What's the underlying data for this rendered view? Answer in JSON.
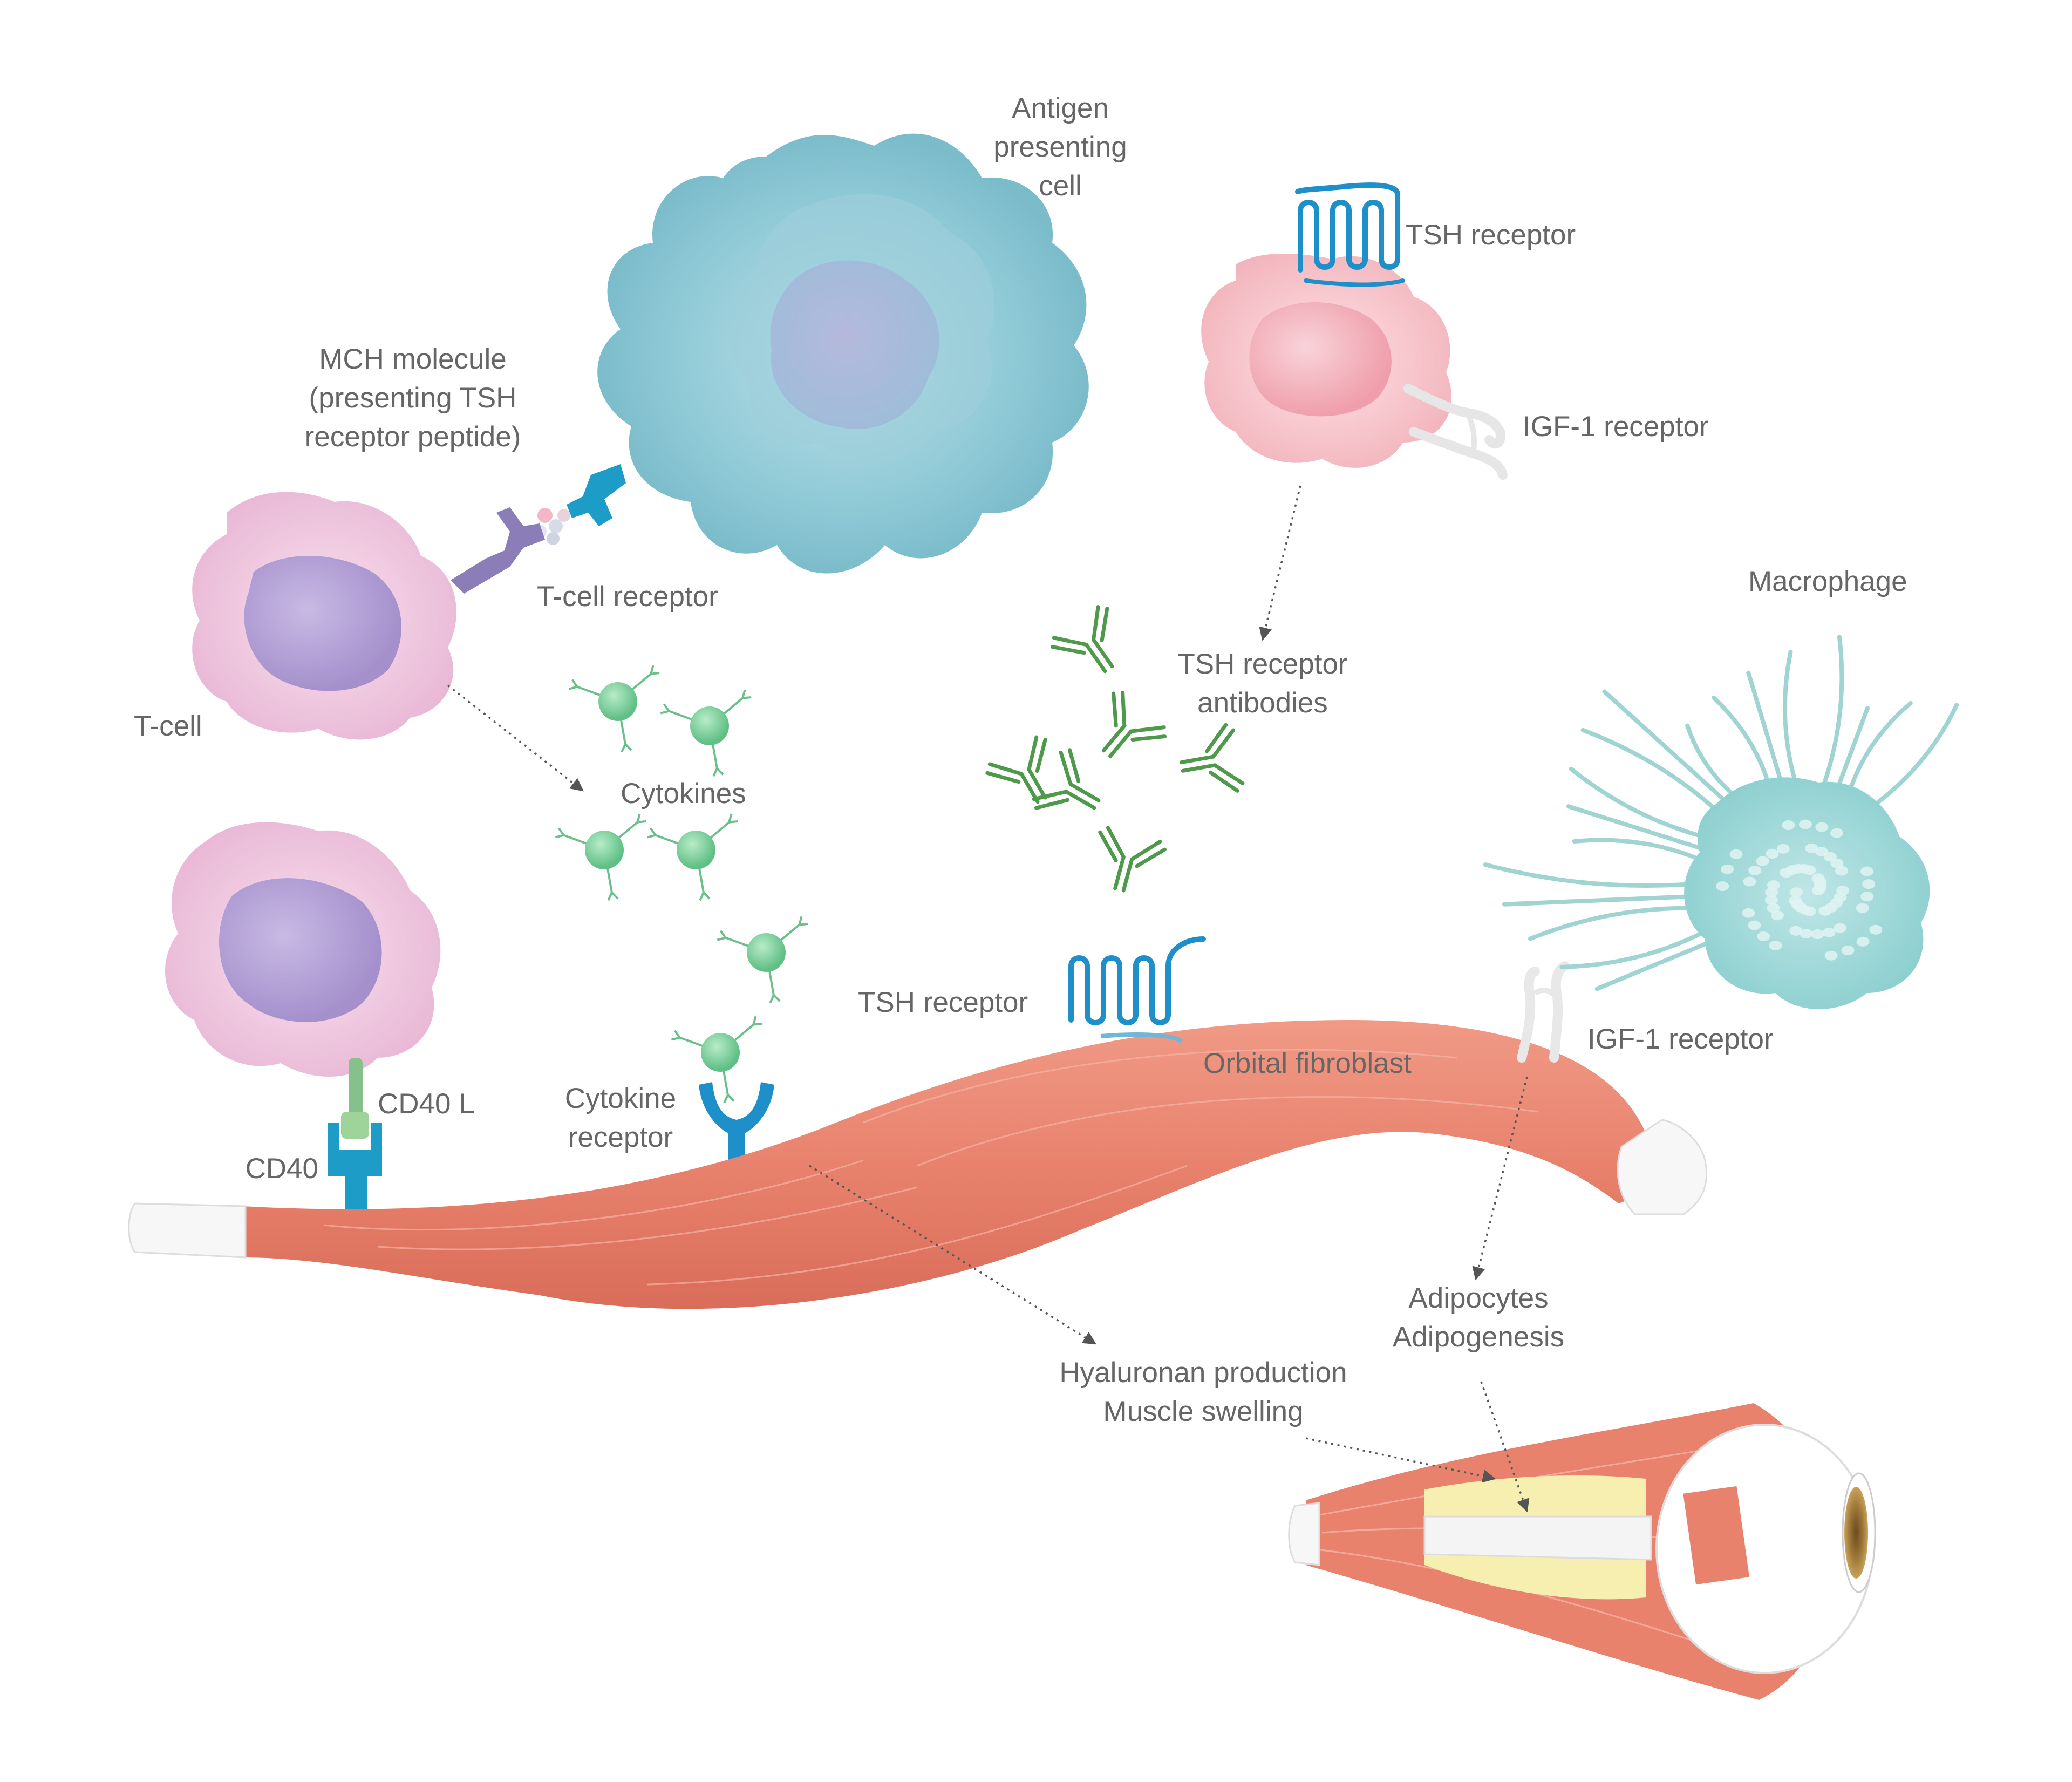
{
  "labels": {
    "apc": [
      "Antigen",
      "presenting",
      "cell"
    ],
    "mhc": [
      "MCH molecule",
      "(presenting TSH",
      "receptor peptide)"
    ],
    "tcr": "T-cell receptor",
    "tcell": "T-cell",
    "cytokines": "Cytokines",
    "cd40l": "CD40 L",
    "cd40": "CD40",
    "cytokine_receptor": [
      "Cytokine",
      "receptor"
    ],
    "tshr_top": "TSH receptor",
    "igf1r_top": "IGF-1 receptor",
    "tshr_antibodies": [
      "TSH receptor",
      "antibodies"
    ],
    "macrophage": "Macrophage",
    "tshr_fibro": "TSH receptor",
    "orbital_fibroblast": "Orbital fibroblast",
    "igf1r_fibro": "IGF-1 receptor",
    "adipocytes": [
      "Adipocytes",
      "Adipogenesis"
    ],
    "hyaluronan": [
      "Hyaluronan production",
      "Muscle swelling"
    ]
  },
  "colors": {
    "apc": "#9fd2dc",
    "tcell": "#f0c8e0",
    "tcell_nucleus": "#b5a3d4",
    "b_cell": "#f7c6cc",
    "muscle": "#e8806c",
    "tsh_receptor": "#1e8fc8",
    "antibody": "#4f9a4a",
    "cytokine": "#7ccf9a",
    "macrophage": "#9fd4d3",
    "arrow": "#555555"
  }
}
